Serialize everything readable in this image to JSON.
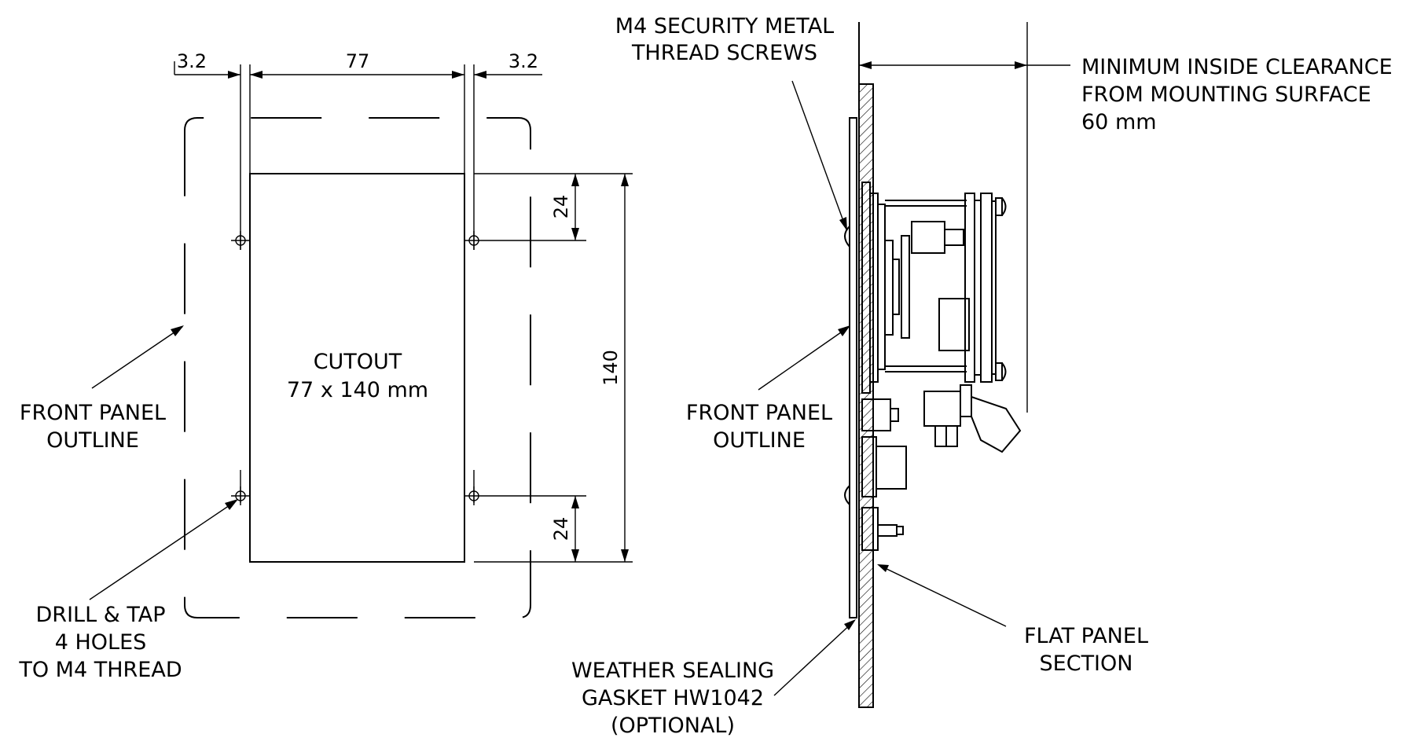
{
  "cutout_view": {
    "dim_left_margin": "3.2",
    "dim_width": "77",
    "dim_right_margin": "3.2",
    "dim_top_offset": "24",
    "dim_bottom_offset": "24",
    "dim_height": "140",
    "cutout_label_line1": "CUTOUT",
    "cutout_label_line2": "77 x 140 mm",
    "front_panel_label_line1": "FRONT PANEL",
    "front_panel_label_line2": "OUTLINE",
    "drill_label_line1": "DRILL & TAP",
    "drill_label_line2": "4 HOLES",
    "drill_label_line3": "TO M4 THREAD"
  },
  "side_view": {
    "screws_label_line1": "M4 SECURITY METAL",
    "screws_label_line2": "THREAD SCREWS",
    "clearance_label_line1": "MINIMUM INSIDE CLEARANCE",
    "clearance_label_line2": "FROM MOUNTING SURFACE",
    "clearance_label_line3": "60 mm",
    "front_panel_label_line1": "FRONT PANEL",
    "front_panel_label_line2": "OUTLINE",
    "flat_panel_label_line1": "FLAT PANEL",
    "flat_panel_label_line2": "SECTION",
    "gasket_label_line1": "WEATHER SEALING",
    "gasket_label_line2": "GASKET HW1042",
    "gasket_label_line3": "(OPTIONAL)"
  }
}
